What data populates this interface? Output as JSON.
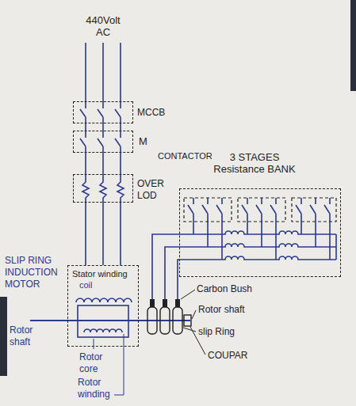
{
  "diagram": {
    "nodes": [
      {
        "text": [
          "MCCB"
        ]
      },
      {
        "text": [
          "M",
          "CONTACTOR"
        ]
      },
      {
        "text": [
          "OVER LOD"
        ]
      },
      {
        "text": [
          "SLIP RING INDUCTION MOTOR"
        ]
      },
      {
        "text": [
          "3 STAGES Resistance BANK"
        ]
      }
    ],
    "edges": [
      {
        "from": 0,
        "to": 1,
        "arrow": "none"
      },
      {
        "from": 1,
        "to": 2,
        "arrow": "none"
      },
      {
        "from": 2,
        "to": 3,
        "arrow": "none"
      }
    ],
    "labels": [
      "440Volt AC",
      "Stator winding",
      "coil",
      "Carbon Bush",
      "Rotor shaft",
      "slip Ring",
      "COUPAR",
      "Rotor shaft",
      "Rotor core",
      "Rotor winding"
    ]
  }
}
